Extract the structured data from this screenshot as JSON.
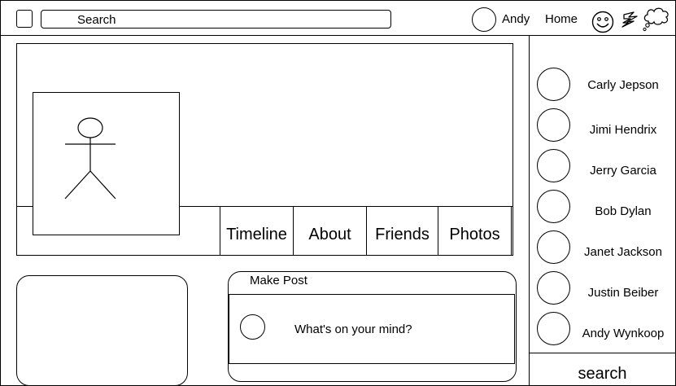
{
  "header": {
    "search_placeholder": "Search",
    "user_name": "Andy",
    "home_label": "Home",
    "icons": [
      "smiley-icon",
      "lightning-icon",
      "thought-bubble-icon"
    ]
  },
  "profile": {
    "tabs": [
      {
        "label": "Timeline"
      },
      {
        "label": "About"
      },
      {
        "label": "Friends"
      },
      {
        "label": "Photos"
      }
    ]
  },
  "post": {
    "title": "Make Post",
    "placeholder": "What's on your mind?"
  },
  "friends": {
    "items": [
      {
        "name": "Carly Jepson"
      },
      {
        "name": "Jimi Hendrix"
      },
      {
        "name": "Jerry Garcia"
      },
      {
        "name": "Bob Dylan"
      },
      {
        "name": "Janet Jackson"
      },
      {
        "name": "Justin Beiber"
      },
      {
        "name": "Andy Wynkoop"
      }
    ],
    "search_label": "search"
  }
}
